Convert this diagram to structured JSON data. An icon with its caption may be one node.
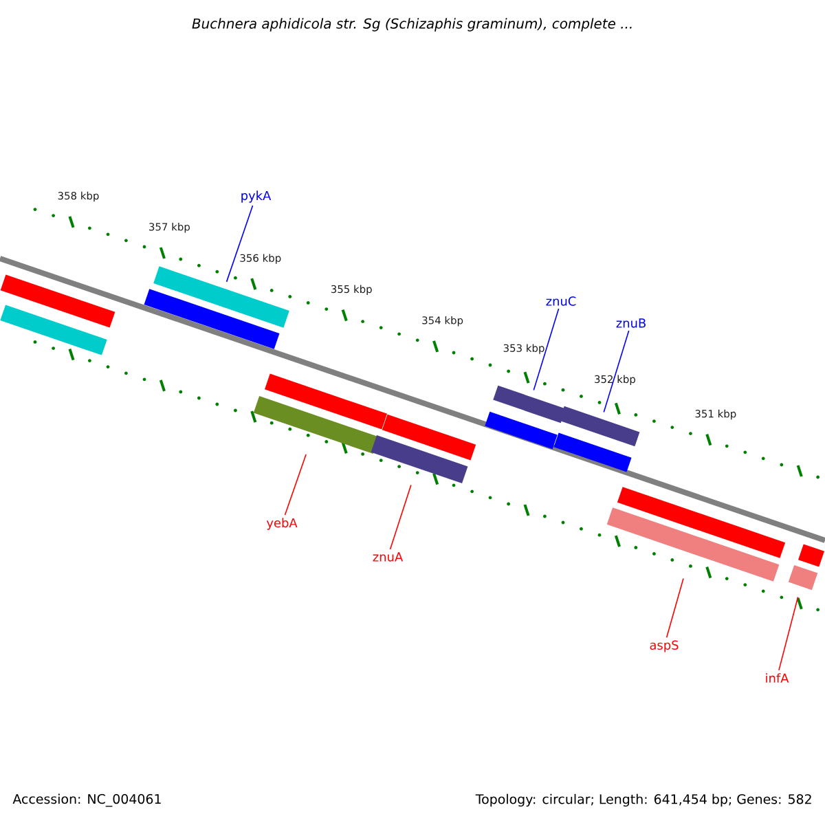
{
  "diagram": {
    "title": "*Buchnera aphidicola str. Sg (Schizaphis graminum), complete ...*",
    "nodes": [
      {
        "text": [
          "pykA"
        ]
      },
      {
        "text": [],
        "shape": "bar"
      },
      {
        "text": [
          "znuC"
        ]
      },
      {
        "text": [],
        "shape": "bar"
      },
      {
        "text": [
          "znuB"
        ]
      },
      {
        "text": [],
        "shape": "bar"
      },
      {
        "text": [
          "yebA"
        ]
      },
      {
        "text": [],
        "shape": "bar"
      },
      {
        "text": [
          "znuA"
        ]
      },
      {
        "text": [],
        "shape": "bar"
      },
      {
        "text": [
          "aspS"
        ]
      },
      {
        "text": [],
        "shape": "bar"
      },
      {
        "text": [
          "infA"
        ]
      },
      {
        "text": [],
        "shape": "bar"
      },
      {
        "text": [],
        "shape": "bar"
      },
      {
        "text": [],
        "shape": "bar"
      },
      {
        "text": [],
        "shape": "bar"
      },
      {
        "text": [],
        "shape": "bar"
      },
      {
        "text": [],
        "shape": "bar"
      },
      {
        "text": [],
        "shape": "bar"
      },
      {
        "text": [],
        "shape": "bar"
      },
      {
        "text": [],
        "shape": "bar"
      },
      {
        "text": [],
        "shape": "bar"
      }
    ],
    "edges": [
      {
        "from": 0,
        "to": 1,
        "arrow": "none",
        "color": "#0000ff"
      },
      {
        "from": 2,
        "to": 3,
        "arrow": "none",
        "color": "#0000ff"
      },
      {
        "from": 4,
        "to": 5,
        "arrow": "none",
        "color": "#0000ff"
      },
      {
        "from": 6,
        "to": 7,
        "arrow": "none",
        "color": "#ff0000"
      },
      {
        "from": 8,
        "to": 9,
        "arrow": "none",
        "color": "#ff0000"
      },
      {
        "from": 10,
        "to": 11,
        "arrow": "none",
        "color": "#ff0000"
      },
      {
        "from": 12,
        "to": 13,
        "arrow": "none",
        "color": "#ff0000"
      }
    ],
    "labels": [
      "358 kbp",
      "357 kbp",
      "356 kbp",
      "355 kbp",
      "354 kbp",
      "353 kbp",
      "352 kbp",
      "351 kbp",
      "Accession: NC_004061",
      "Topology: circular; Length: 641,454 bp; Genes: 582"
    ]
  }
}
